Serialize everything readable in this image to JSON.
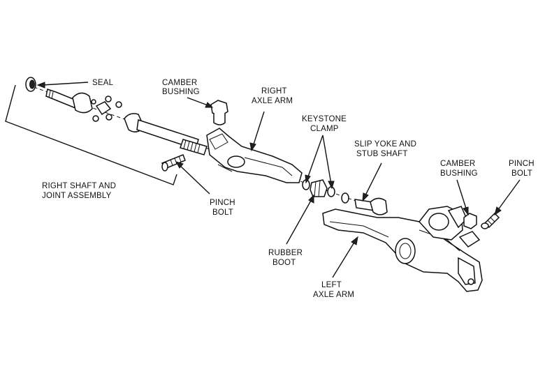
{
  "diagram": {
    "labels": {
      "seal": "SEAL",
      "camber_bushing_1_line1": "CAMBER",
      "camber_bushing_1_line2": "BUSHING",
      "right_axle_arm_line1": "RIGHT",
      "right_axle_arm_line2": "AXLE ARM",
      "keystone_clamp_line1": "KEYSTONE",
      "keystone_clamp_line2": "CLAMP",
      "slip_yoke_line1": "SLIP YOKE AND",
      "slip_yoke_line2": "STUB SHAFT",
      "camber_bushing_2_line1": "CAMBER",
      "camber_bushing_2_line2": "BUSHING",
      "pinch_bolt_2_line1": "PINCH",
      "pinch_bolt_2_line2": "BOLT",
      "right_shaft_line1": "RIGHT SHAFT AND",
      "right_shaft_line2": "JOINT ASSEMBLY",
      "pinch_bolt_1_line1": "PINCH",
      "pinch_bolt_1_line2": "BOLT",
      "rubber_boot_line1": "RUBBER",
      "rubber_boot_line2": "BOOT",
      "left_axle_arm_line1": "LEFT",
      "left_axle_arm_line2": "AXLE ARM"
    }
  }
}
